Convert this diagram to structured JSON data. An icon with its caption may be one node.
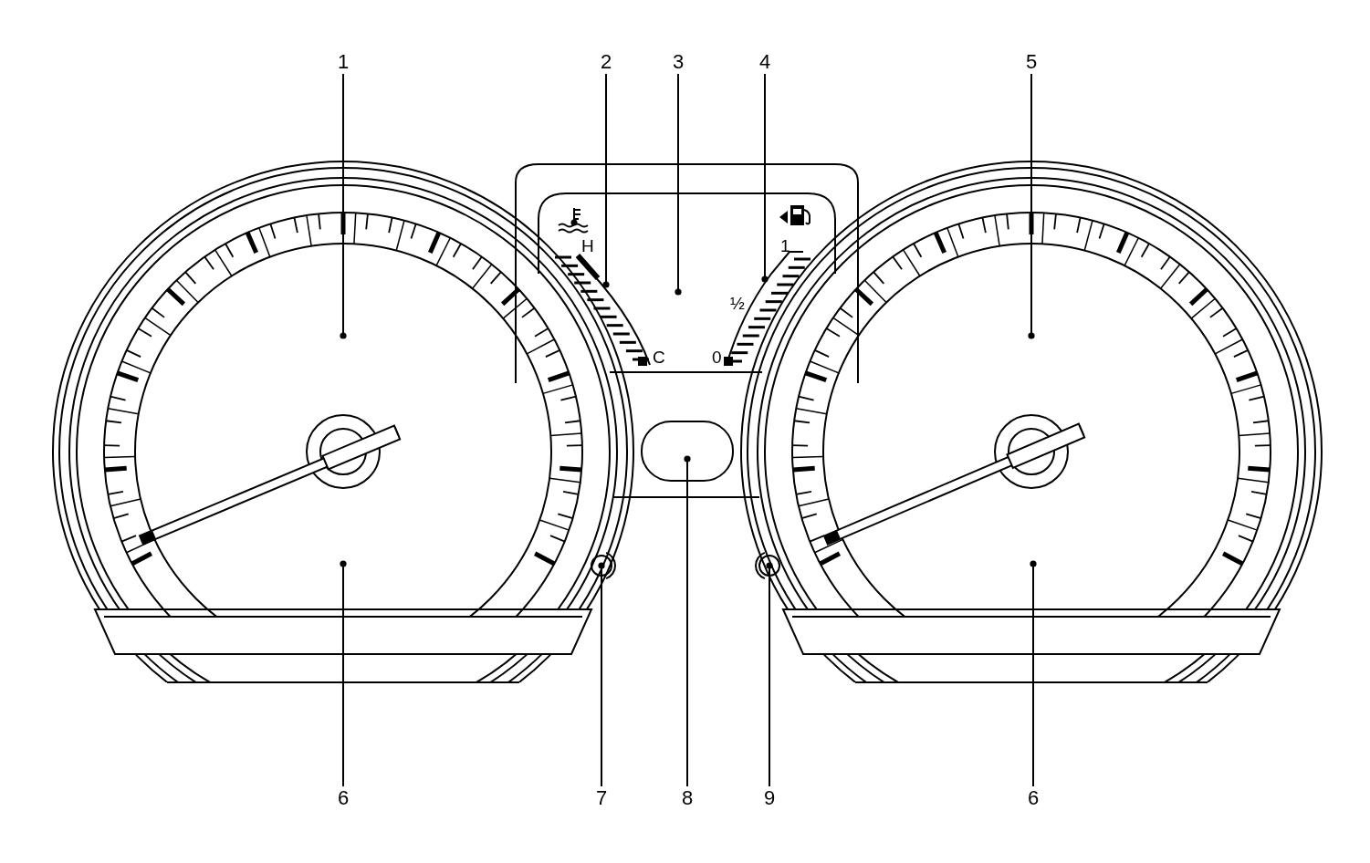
{
  "diagram": {
    "nodes": [
      {
        "text": [
          "1"
        ]
      },
      {
        "text": [
          "2"
        ]
      },
      {
        "text": [
          "3"
        ]
      },
      {
        "text": [
          "4"
        ]
      },
      {
        "text": [
          "5"
        ]
      },
      {
        "text": [
          "6"
        ]
      },
      {
        "text": [
          "7"
        ]
      },
      {
        "text": [
          "8"
        ]
      },
      {
        "text": [
          "9"
        ]
      },
      {
        "text": [
          "6"
        ]
      }
    ],
    "edges": [
      {
        "from": 0,
        "to": null,
        "arrow": "other"
      },
      {
        "from": 1,
        "to": null,
        "arrow": "other"
      },
      {
        "from": 2,
        "to": null,
        "arrow": "other"
      },
      {
        "from": 3,
        "to": null,
        "arrow": "other"
      },
      {
        "from": 4,
        "to": null,
        "arrow": "other"
      },
      {
        "from": 5,
        "to": null,
        "arrow": "other"
      },
      {
        "from": 6,
        "to": null,
        "arrow": "other"
      },
      {
        "from": 7,
        "to": null,
        "arrow": "other"
      },
      {
        "from": 8,
        "to": null,
        "arrow": "other"
      },
      {
        "from": 9,
        "to": null,
        "arrow": "other"
      }
    ],
    "labels": [
      "H",
      "1",
      "½",
      "C",
      "0"
    ]
  }
}
